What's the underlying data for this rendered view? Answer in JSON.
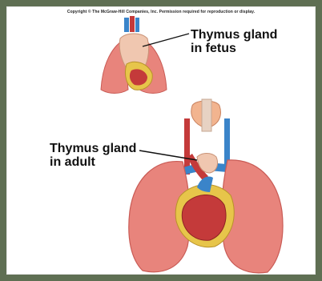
{
  "copyright": "Copyright © The McGraw-Hill Companies, Inc. Permission required for reproduction or display.",
  "labels": {
    "fetus": {
      "line1": "Thymus gland",
      "line2": "in fetus"
    },
    "adult": {
      "line1": "Thymus gland",
      "line2": "in adult"
    }
  },
  "colors": {
    "background": "#5f6f53",
    "lung": "#e8847c",
    "lung_shade": "#c95b55",
    "heart": "#c43a3a",
    "fat": "#e7c54a",
    "vein": "#3a84c9",
    "thymus": "#f0c7b0",
    "thyroid": "#f2b48f"
  }
}
